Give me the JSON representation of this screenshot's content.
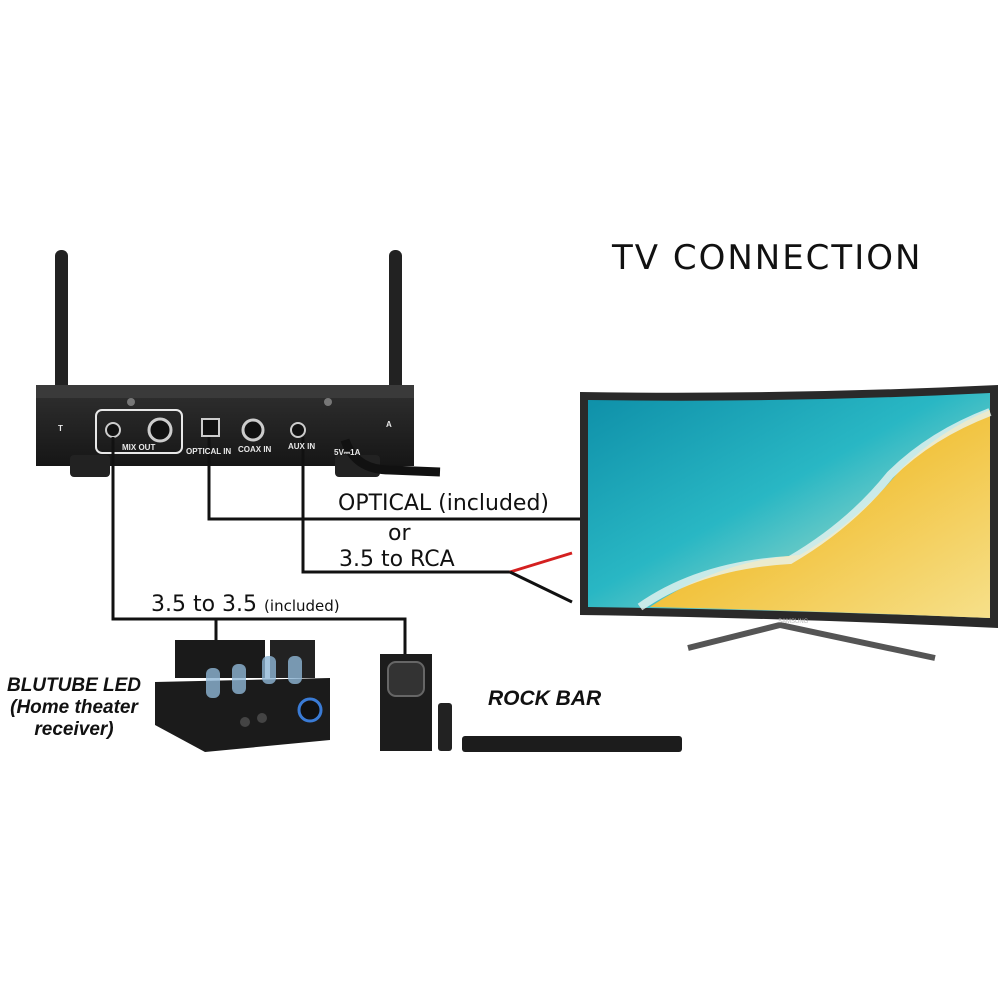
{
  "title": "TV CONNECTION",
  "receiver": {
    "ports": [
      "MIX OUT",
      "OPTICAL IN",
      "COAX IN",
      "AUX IN",
      "5V⎓1A"
    ],
    "edge_left": "T",
    "edge_right": "A"
  },
  "connections": {
    "optical": "OPTICAL (included)",
    "or": "or",
    "rca": "3.5 to RCA",
    "aux35": "3.5 to 3.5",
    "aux35_note": "(included)"
  },
  "devices": {
    "blutube_line1": "BLUTUBE LED",
    "blutube_line2": "(Home theater",
    "blutube_line3": "receiver)",
    "rockbar": "ROCK BAR",
    "tv_brand": "SAMSUNG"
  },
  "colors": {
    "cable": "#111111",
    "rca_red": "#d42020",
    "receiver_body": "#1e1e1e",
    "tv_frame": "#2a2a2a"
  }
}
